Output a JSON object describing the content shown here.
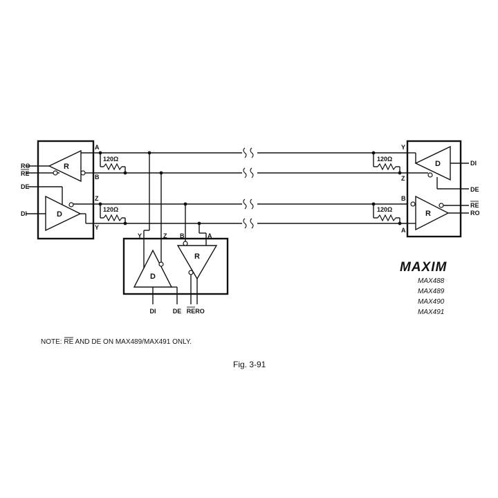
{
  "left_node": {
    "receiver_label": "R",
    "driver_label": "D",
    "pins": {
      "ro": "RO",
      "re": "RE",
      "de": "DE",
      "di": "DI",
      "a": "A",
      "b": "B",
      "z": "Z",
      "y": "Y"
    },
    "resistor_top": "120Ω",
    "resistor_bottom": "120Ω"
  },
  "right_node": {
    "receiver_label": "R",
    "driver_label": "D",
    "pins": {
      "di": "DI",
      "de": "DE",
      "re": "RE",
      "ro": "RO",
      "y": "Y",
      "z": "Z",
      "b": "B",
      "a": "A"
    },
    "resistor_top": "120Ω",
    "resistor_bottom": "120Ω"
  },
  "middle_node": {
    "receiver_label": "R",
    "driver_label": "D",
    "pins": {
      "y": "Y",
      "z": "Z",
      "b": "B",
      "a": "A",
      "di": "DI",
      "de": "DE",
      "re": "RE",
      "ro": "RO"
    }
  },
  "brand": {
    "logo": "MAXIM",
    "parts": [
      "MAX488",
      "MAX489",
      "MAX490",
      "MAX491"
    ]
  },
  "note": {
    "prefix": "NOTE:",
    "re": "RE",
    "rest": " AND DE ON MAX489/MAX491 ONLY."
  },
  "caption": "Fig. 3-91"
}
